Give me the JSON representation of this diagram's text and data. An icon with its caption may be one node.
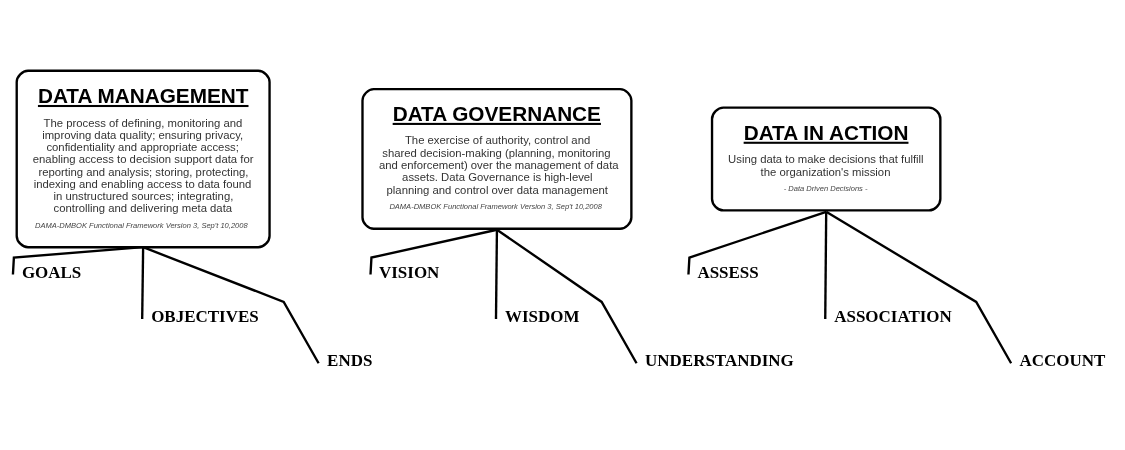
{
  "diagram": {
    "nodes": [
      {
        "text": [
          "DATA MANAGEMENT",
          "The process of defining, monitoring and improving data quality; ensuring privacy, confidentiality and appropriate access; enabling access to decision support data for reporting and analysis; storing, protecting, indexing and enabling access to data found in unstructured sources; integrating, controlling and delivering meta data",
          "DAMA-DMBOK Functional Framework Version 3, Sep't 10,2008"
        ]
      },
      {
        "text": [
          "DATA GOVERNANCE",
          "The exercise of authority, control and shared decision-making (planning, monitoring and enforcement) over the management of data assets. Data Governance is high-level planning and control over data management",
          "DAMA-DMBOK Functional Framework Version 3, Sep't 10,2008"
        ]
      },
      {
        "text": [
          "DATA IN ACTION",
          "Using data to make decisions that fulfill the organization's mission",
          "- Data Driven Decisions -"
        ]
      },
      {
        "text": [
          "GOALS"
        ]
      },
      {
        "text": [
          "OBJECTIVES"
        ]
      },
      {
        "text": [
          "ENDS"
        ]
      },
      {
        "text": [
          "VISION"
        ]
      },
      {
        "text": [
          "WISDOM"
        ]
      },
      {
        "text": [
          "UNDERSTANDING"
        ]
      },
      {
        "text": [
          "ASSESS"
        ]
      },
      {
        "text": [
          "ASSOCIATION"
        ]
      },
      {
        "text": [
          "ACCOUNT"
        ]
      }
    ],
    "edges": [
      {
        "from": 0,
        "to": 3,
        "arrow": "none"
      },
      {
        "from": 0,
        "to": 4,
        "arrow": "none"
      },
      {
        "from": 0,
        "to": 5,
        "arrow": "none"
      },
      {
        "from": 1,
        "to": 6,
        "arrow": "none"
      },
      {
        "from": 1,
        "to": 7,
        "arrow": "none"
      },
      {
        "from": 1,
        "to": 8,
        "arrow": "none"
      },
      {
        "from": 2,
        "to": 9,
        "arrow": "none"
      },
      {
        "from": 2,
        "to": 10,
        "arrow": "none"
      },
      {
        "from": 2,
        "to": 11,
        "arrow": "none"
      }
    ]
  }
}
